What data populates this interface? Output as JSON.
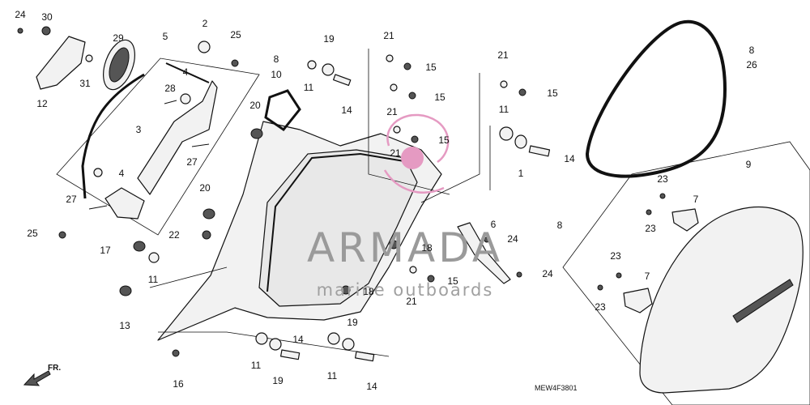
{
  "diagram": {
    "code": "MEW4F3801",
    "direction": "FR.",
    "watermark": {
      "line1": "ARMADA",
      "line2": "marine outboards",
      "color": "#e59ac2"
    },
    "labels": [
      {
        "id": "l24a",
        "text": "24"
      },
      {
        "id": "l30",
        "text": "30"
      },
      {
        "id": "l29",
        "text": "29"
      },
      {
        "id": "l31",
        "text": "31"
      },
      {
        "id": "l12",
        "text": "12"
      },
      {
        "id": "l5",
        "text": "5"
      },
      {
        "id": "l2",
        "text": "2"
      },
      {
        "id": "l25a",
        "text": "25"
      },
      {
        "id": "l28",
        "text": "28"
      },
      {
        "id": "l4a",
        "text": "4"
      },
      {
        "id": "l3",
        "text": "3"
      },
      {
        "id": "l27a",
        "text": "27"
      },
      {
        "id": "l4b",
        "text": "4"
      },
      {
        "id": "l27b",
        "text": "27"
      },
      {
        "id": "l25b",
        "text": "25"
      },
      {
        "id": "l8a",
        "text": "8"
      },
      {
        "id": "l10",
        "text": "10"
      },
      {
        "id": "l20a",
        "text": "20"
      },
      {
        "id": "l19a",
        "text": "19"
      },
      {
        "id": "l11a",
        "text": "11"
      },
      {
        "id": "l14a",
        "text": "14"
      },
      {
        "id": "l21a",
        "text": "21"
      },
      {
        "id": "l15a",
        "text": "15"
      },
      {
        "id": "l15b",
        "text": "15"
      },
      {
        "id": "l21b",
        "text": "21"
      },
      {
        "id": "l15c",
        "text": "15"
      },
      {
        "id": "l21c",
        "text": "21"
      },
      {
        "id": "l21d",
        "text": "21"
      },
      {
        "id": "l15d",
        "text": "15"
      },
      {
        "id": "l11b",
        "text": "11"
      },
      {
        "id": "l14b",
        "text": "14"
      },
      {
        "id": "l1",
        "text": "1"
      },
      {
        "id": "l8b",
        "text": "8"
      },
      {
        "id": "l26",
        "text": "26"
      },
      {
        "id": "l9",
        "text": "9"
      },
      {
        "id": "l23a",
        "text": "23"
      },
      {
        "id": "l7a",
        "text": "7"
      },
      {
        "id": "l23b",
        "text": "23"
      },
      {
        "id": "l6",
        "text": "6"
      },
      {
        "id": "l8c",
        "text": "8"
      },
      {
        "id": "l24b",
        "text": "24"
      },
      {
        "id": "l18a",
        "text": "18"
      },
      {
        "id": "l15e",
        "text": "15"
      },
      {
        "id": "l21e",
        "text": "21"
      },
      {
        "id": "l24c",
        "text": "24"
      },
      {
        "id": "l23c",
        "text": "23"
      },
      {
        "id": "l7b",
        "text": "7"
      },
      {
        "id": "l23d",
        "text": "23"
      },
      {
        "id": "l20b",
        "text": "20"
      },
      {
        "id": "l22",
        "text": "22"
      },
      {
        "id": "l17",
        "text": "17"
      },
      {
        "id": "l11c",
        "text": "11"
      },
      {
        "id": "l13",
        "text": "13"
      },
      {
        "id": "l16",
        "text": "16"
      },
      {
        "id": "l11d",
        "text": "11"
      },
      {
        "id": "l19b",
        "text": "19"
      },
      {
        "id": "l14c",
        "text": "14"
      },
      {
        "id": "l11e",
        "text": "11"
      },
      {
        "id": "l19c",
        "text": "19"
      },
      {
        "id": "l14d",
        "text": "14"
      },
      {
        "id": "l18b",
        "text": "18"
      }
    ]
  }
}
